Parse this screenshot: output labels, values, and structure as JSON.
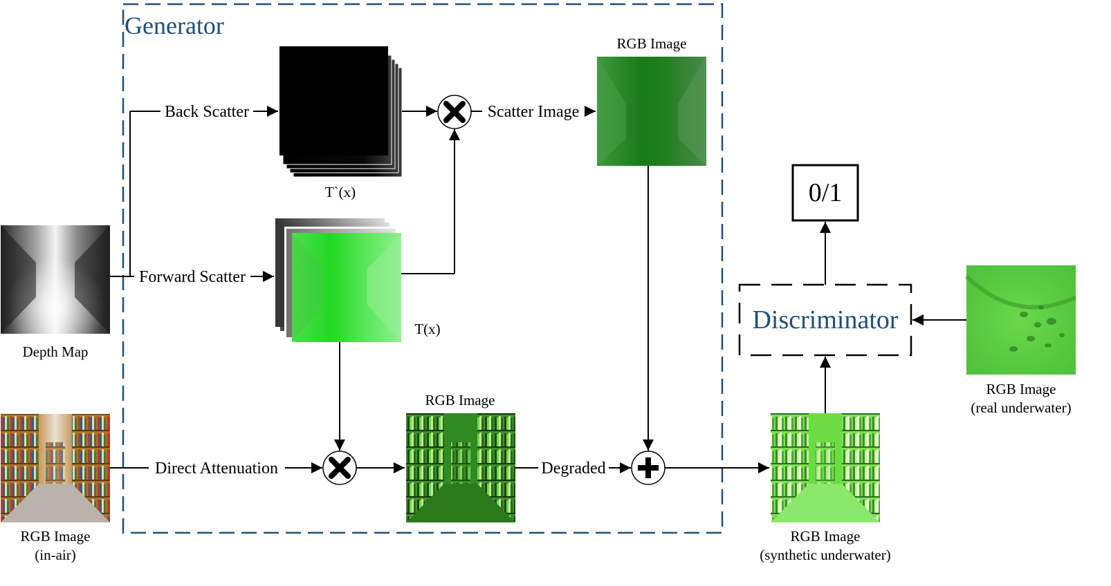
{
  "generator_label": "Generator",
  "discriminator_label": "Discriminator",
  "output_label": "0/1",
  "flows": {
    "back_scatter": "Back Scatter",
    "forward_scatter": "Forward Scatter",
    "scatter_image": "Scatter Image",
    "direct_attenuation": "Direct Attenuation",
    "degraded": "Degraded"
  },
  "captions": {
    "depth_map": "Depth Map",
    "rgb_in_air": [
      "RGB Image",
      "(in-air)"
    ],
    "t_prime": "T`(x)",
    "t": "T(x)",
    "rgb_scatter": "RGB Image",
    "rgb_degraded": "RGB Image",
    "rgb_synthetic": [
      "RGB Image",
      "(synthetic underwater)"
    ],
    "rgb_real": [
      "RGB Image",
      "(real underwater)"
    ]
  },
  "operators": {
    "multiply": "×",
    "add": "+"
  },
  "colors": {
    "dash_blue": "#1f4e79",
    "green_dark": "#2e8b2e",
    "green_bright": "#3cf03c"
  }
}
